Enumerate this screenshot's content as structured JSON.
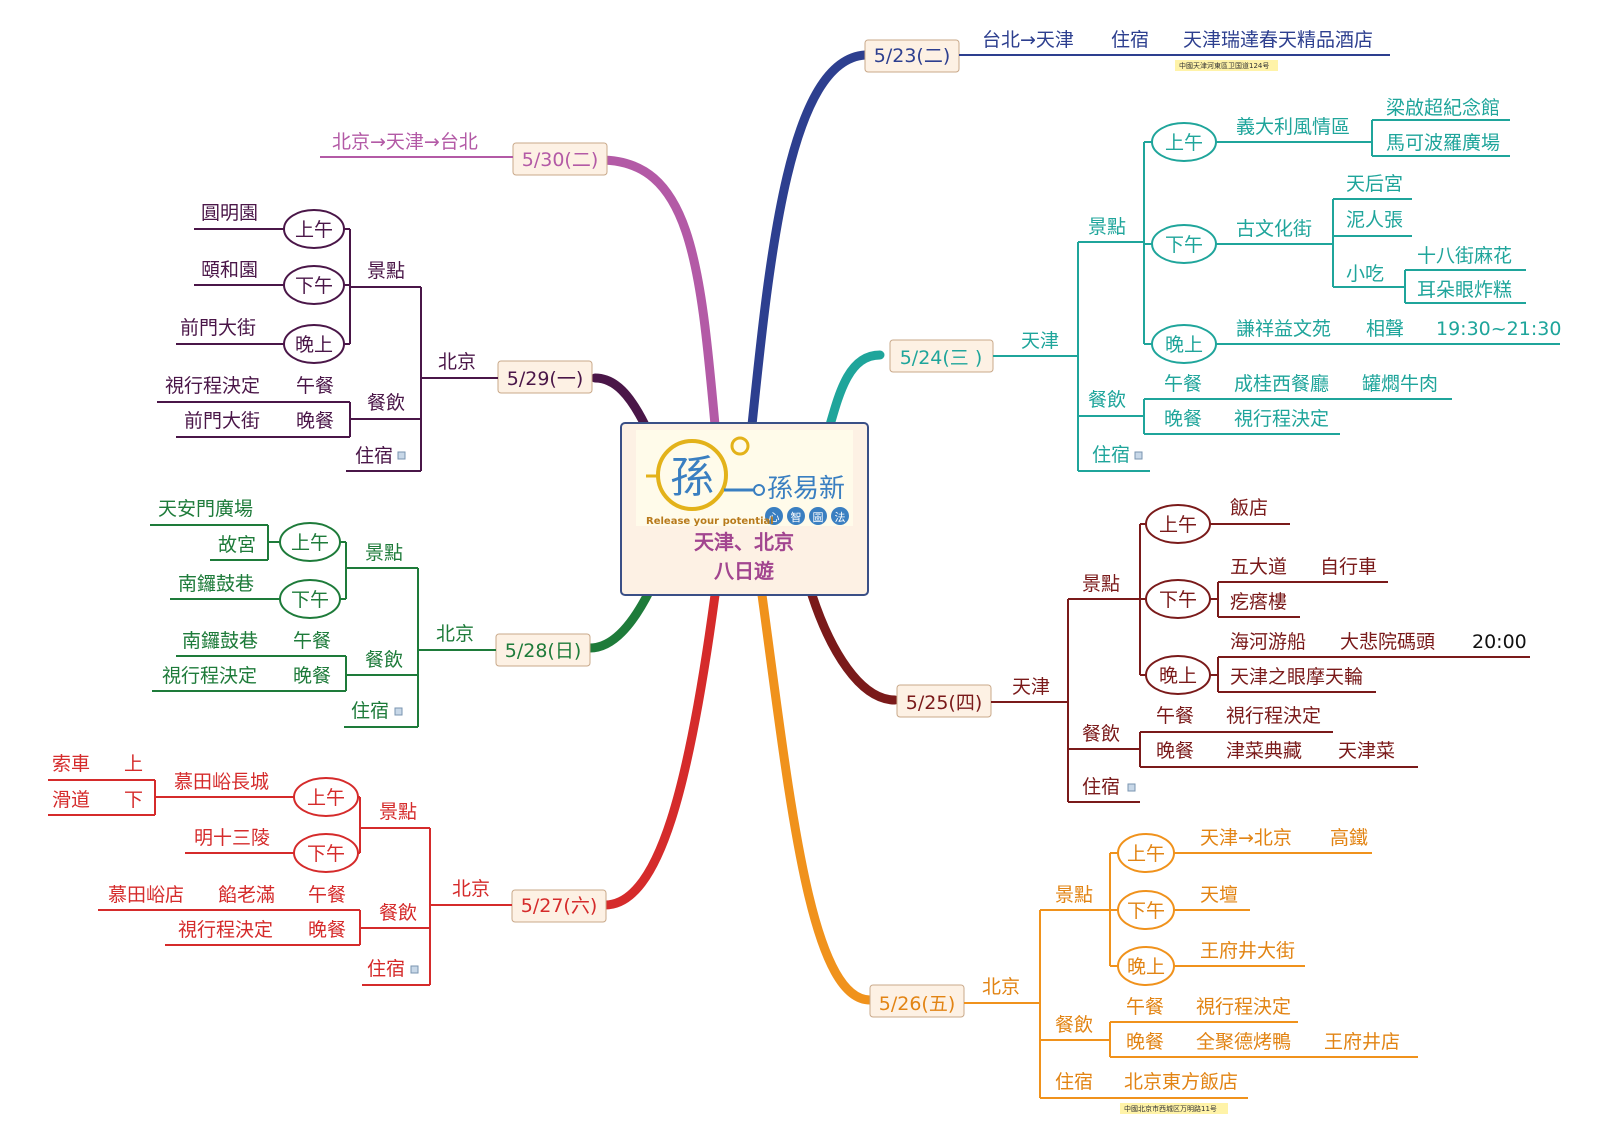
{
  "center": {
    "logo_name": "孫易新",
    "logo_sub": [
      "心",
      "智",
      "圖",
      "法"
    ],
    "logo_tagline": "Release your potential",
    "title_line1": "天津、北京",
    "title_line2": "八日遊"
  },
  "colors": {
    "d523": "#2d3f8f",
    "d524": "#1fa59b",
    "d525": "#7a1a1a",
    "d526": "#f0921c",
    "d527": "#d52b2b",
    "d528": "#1e7b3a",
    "d529": "#4a1648",
    "d530": "#b35aa6"
  },
  "notes": {
    "n523": "中國天津河東區卫国道124号",
    "n526": "中國北京市西城区万明路11号"
  },
  "branches": {
    "d523": {
      "date": "5/23(二)",
      "route": "台北→天津",
      "stay": "住宿",
      "hotel": "天津瑞達春天精品酒店"
    },
    "d524": {
      "date": "5/24(三 )",
      "city": "天津",
      "sights": "景點",
      "am": "上午",
      "am_place": "義大利風情區",
      "am_sub1": "梁啟超紀念館",
      "am_sub2": "馬可波羅廣場",
      "pm": "下午",
      "pm_place": "古文化街",
      "pm_sub1": "天后宮",
      "pm_sub2": "泥人張",
      "snack": "小吃",
      "snack1": "十八街麻花",
      "snack2": "耳朵眼炸糕",
      "eve": "晚上",
      "eve_place": "謙祥益文苑",
      "eve_show": "相聲",
      "eve_time": "19:30~21:30",
      "dining": "餐飲",
      "lunch": "午餐",
      "lunch_place": "成桂西餐廳",
      "lunch_dish": "罐燜牛肉",
      "dinner": "晚餐",
      "dinner_place": "視行程決定",
      "stay": "住宿"
    },
    "d525": {
      "date": "5/25(四)",
      "city": "天津",
      "sights": "景點",
      "am": "上午",
      "am_place": "飯店",
      "pm": "下午",
      "pm_place1": "五大道",
      "pm_bike": "自行車",
      "pm_place2": "疙瘩樓",
      "eve": "晚上",
      "eve_place1": "海河游船",
      "eve_pier": "大悲院碼頭",
      "eve_time": "20:00",
      "eve_place2": "天津之眼摩天輪",
      "dining": "餐飲",
      "lunch": "午餐",
      "lunch_place": "視行程決定",
      "dinner": "晚餐",
      "dinner_place": "津菜典藏",
      "dinner_dish": "天津菜",
      "stay": "住宿"
    },
    "d526": {
      "date": "5/26(五)",
      "city": "北京",
      "sights": "景點",
      "am": "上午",
      "am_route": "天津→北京",
      "am_train": "高鐵",
      "pm": "下午",
      "pm_place": "天壇",
      "eve": "晚上",
      "eve_place": "王府井大街",
      "dining": "餐飲",
      "lunch": "午餐",
      "lunch_place": "視行程決定",
      "dinner": "晚餐",
      "dinner_place": "全聚德烤鴨",
      "dinner_branch": "王府井店",
      "stay": "住宿",
      "hotel": "北京東方飯店"
    },
    "d527": {
      "date": "5/27(六)",
      "city": "北京",
      "sights": "景點",
      "am": "上午",
      "am_place": "慕田峪長城",
      "cable": "索車",
      "cable_dir": "上",
      "slide": "滑道",
      "slide_dir": "下",
      "pm": "下午",
      "pm_place": "明十三陵",
      "dining": "餐飲",
      "lunch_place": "慕田峪店",
      "lunch_rest": "餡老滿",
      "lunch": "午餐",
      "dinner_place": "視行程決定",
      "dinner": "晚餐",
      "stay": "住宿"
    },
    "d528": {
      "date": "5/28(日)",
      "city": "北京",
      "sights": "景點",
      "am": "上午",
      "am_place1": "天安門廣場",
      "am_place2": "故宮",
      "pm": "下午",
      "pm_place": "南鑼鼓巷",
      "dining": "餐飲",
      "lunch_place": "南鑼鼓巷",
      "lunch": "午餐",
      "dinner_place": "視行程決定",
      "dinner": "晚餐",
      "stay": "住宿"
    },
    "d529": {
      "date": "5/29(一)",
      "city": "北京",
      "sights": "景點",
      "am": "上午",
      "am_place": "圓明園",
      "pm": "下午",
      "pm_place": "頤和園",
      "eve": "晚上",
      "eve_place": "前門大街",
      "dining": "餐飲",
      "lunch_place": "視行程決定",
      "lunch": "午餐",
      "dinner_place": "前門大街",
      "dinner": "晚餐",
      "stay": "住宿"
    },
    "d530": {
      "date": "5/30(二)",
      "route": "北京→天津→台北"
    }
  }
}
